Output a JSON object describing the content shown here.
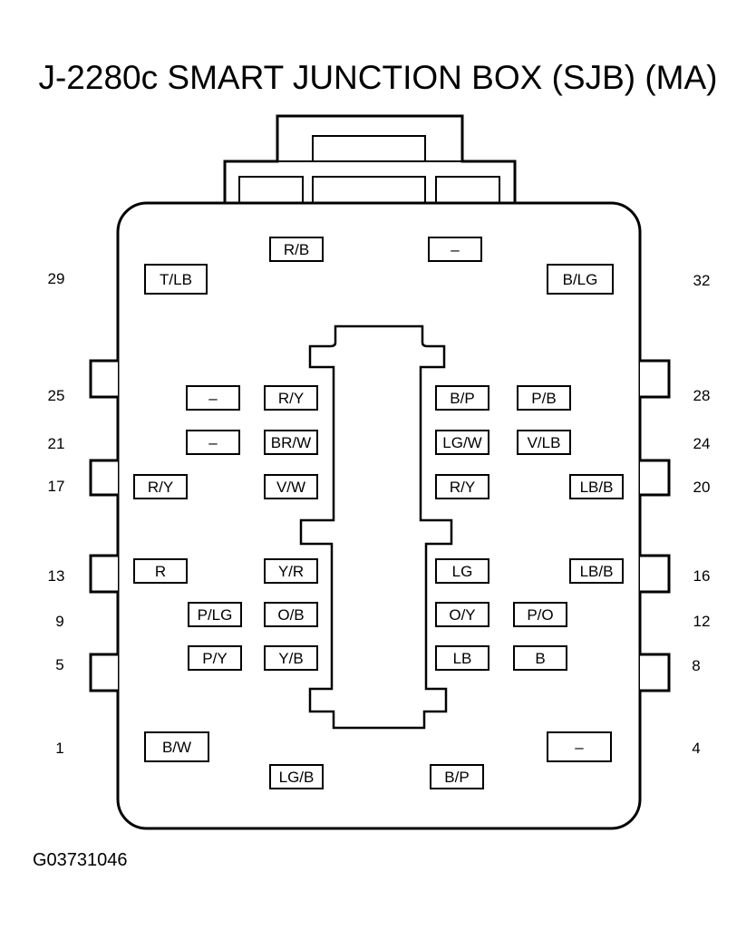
{
  "title": "J-2280c SMART JUNCTION BOX (SJB) (MA)",
  "figure_id": "G03731046",
  "wires": {
    "top_left": "R/B",
    "top_right": "–",
    "p29": "T/LB",
    "p32": "B/LG",
    "p25_a": "–",
    "p25_b": "R/Y",
    "p28_a": "B/P",
    "p28_b": "P/B",
    "p21_a": "–",
    "p21_b": "BR/W",
    "p24_a": "LG/W",
    "p24_b": "V/LB",
    "p17_a": "R/Y",
    "p17_b": "V/W",
    "p20_a": "R/Y",
    "p20_b": "LB/B",
    "p13_a": "R",
    "p13_b": "Y/R",
    "p16_a": "LG",
    "p16_b": "LB/B",
    "p9_a": "P/LG",
    "p9_b": "O/B",
    "p12_a": "O/Y",
    "p12_b": "P/O",
    "p5_a": "P/Y",
    "p5_b": "Y/B",
    "p8_a": "LB",
    "p8_b": "B",
    "p1": "B/W",
    "p4": "–",
    "bottom_left": "LG/B",
    "bottom_right": "B/P"
  },
  "pin_numbers": {
    "n29": "29",
    "n32": "32",
    "n25": "25",
    "n28": "28",
    "n21": "21",
    "n24": "24",
    "n17": "17",
    "n20": "20",
    "n13": "13",
    "n16": "16",
    "n9": "9",
    "n12": "12",
    "n5": "5",
    "n8": "8",
    "n1": "1",
    "n4": "4"
  }
}
